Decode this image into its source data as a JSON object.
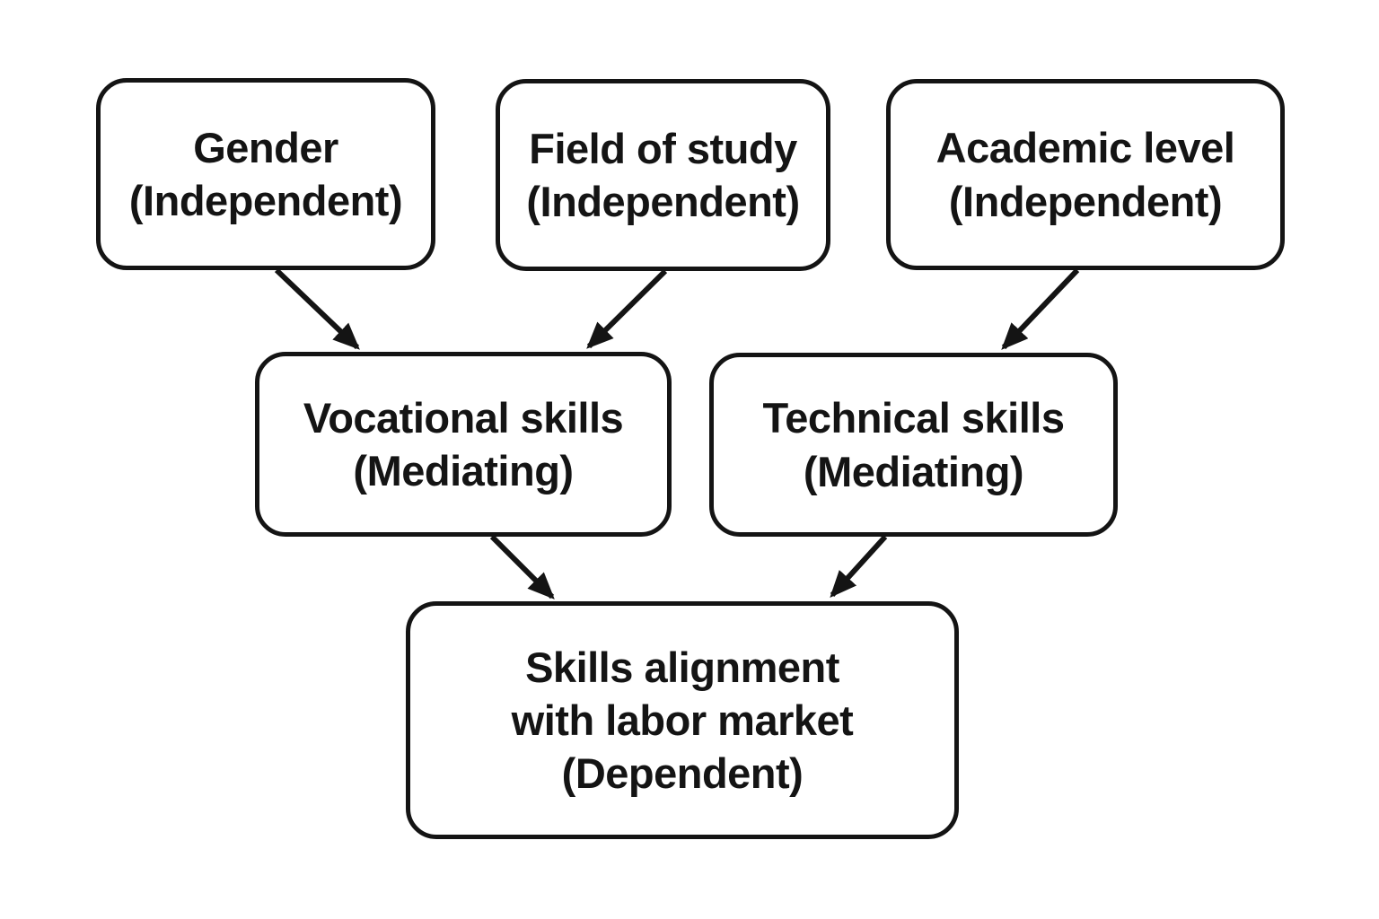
{
  "figure": {
    "background": "#ffffff",
    "ink": "#141414",
    "nodes": [
      {
        "id": "gender",
        "lines": [
          "Gender",
          "(Independent)"
        ]
      },
      {
        "id": "field-of-study",
        "lines": [
          "Field of study",
          "(Independent)"
        ]
      },
      {
        "id": "academic-level",
        "lines": [
          "Academic level",
          "(Independent)"
        ]
      },
      {
        "id": "vocational-skills",
        "lines": [
          "Vocational skills",
          "(Mediating)"
        ]
      },
      {
        "id": "technical-skills",
        "lines": [
          "Technical skills",
          "(Mediating)"
        ]
      },
      {
        "id": "skills-alignment",
        "lines": [
          "Skills alignment",
          "with labor market",
          "(Dependent)"
        ]
      }
    ],
    "edges": [
      {
        "from": "gender",
        "to": "vocational-skills"
      },
      {
        "from": "field-of-study",
        "to": "vocational-skills"
      },
      {
        "from": "academic-level",
        "to": "technical-skills"
      },
      {
        "from": "vocational-skills",
        "to": "skills-alignment"
      },
      {
        "from": "technical-skills",
        "to": "skills-alignment"
      }
    ]
  }
}
